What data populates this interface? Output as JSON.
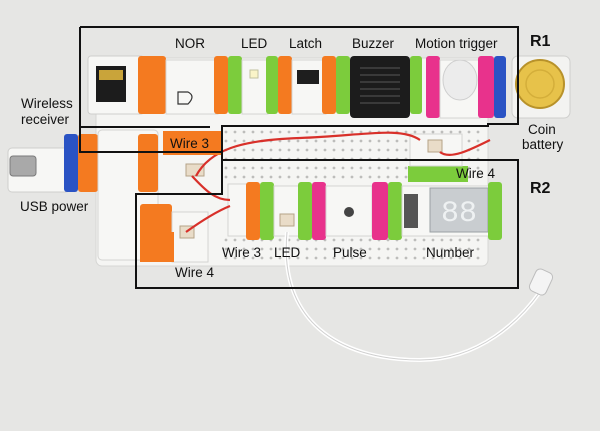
{
  "regions": {
    "r1": "R1",
    "r2": "R2"
  },
  "labels": {
    "nor": "NOR",
    "led_top": "LED",
    "latch": "Latch",
    "buzzer": "Buzzer",
    "motion_trigger": "Motion trigger",
    "coin_battery_line1": "Coin",
    "coin_battery_line2": "battery",
    "wireless_receiver_line1": "Wireless",
    "wireless_receiver_line2": "receiver",
    "usb_power": "USB power",
    "wire3_top": "Wire 3",
    "wire4_right": "Wire 4",
    "wire3_bottom": "Wire 3",
    "led_bottom": "LED",
    "pulse": "Pulse",
    "number": "Number",
    "wire4_bottom": "Wire 4"
  },
  "display": {
    "digits": "88"
  },
  "colors": {
    "orange": "#f47a20",
    "green": "#7ccc3c",
    "pink": "#e8328c",
    "blue": "#2a53c4",
    "board": "#f4f4f2",
    "frame": "#111111"
  }
}
